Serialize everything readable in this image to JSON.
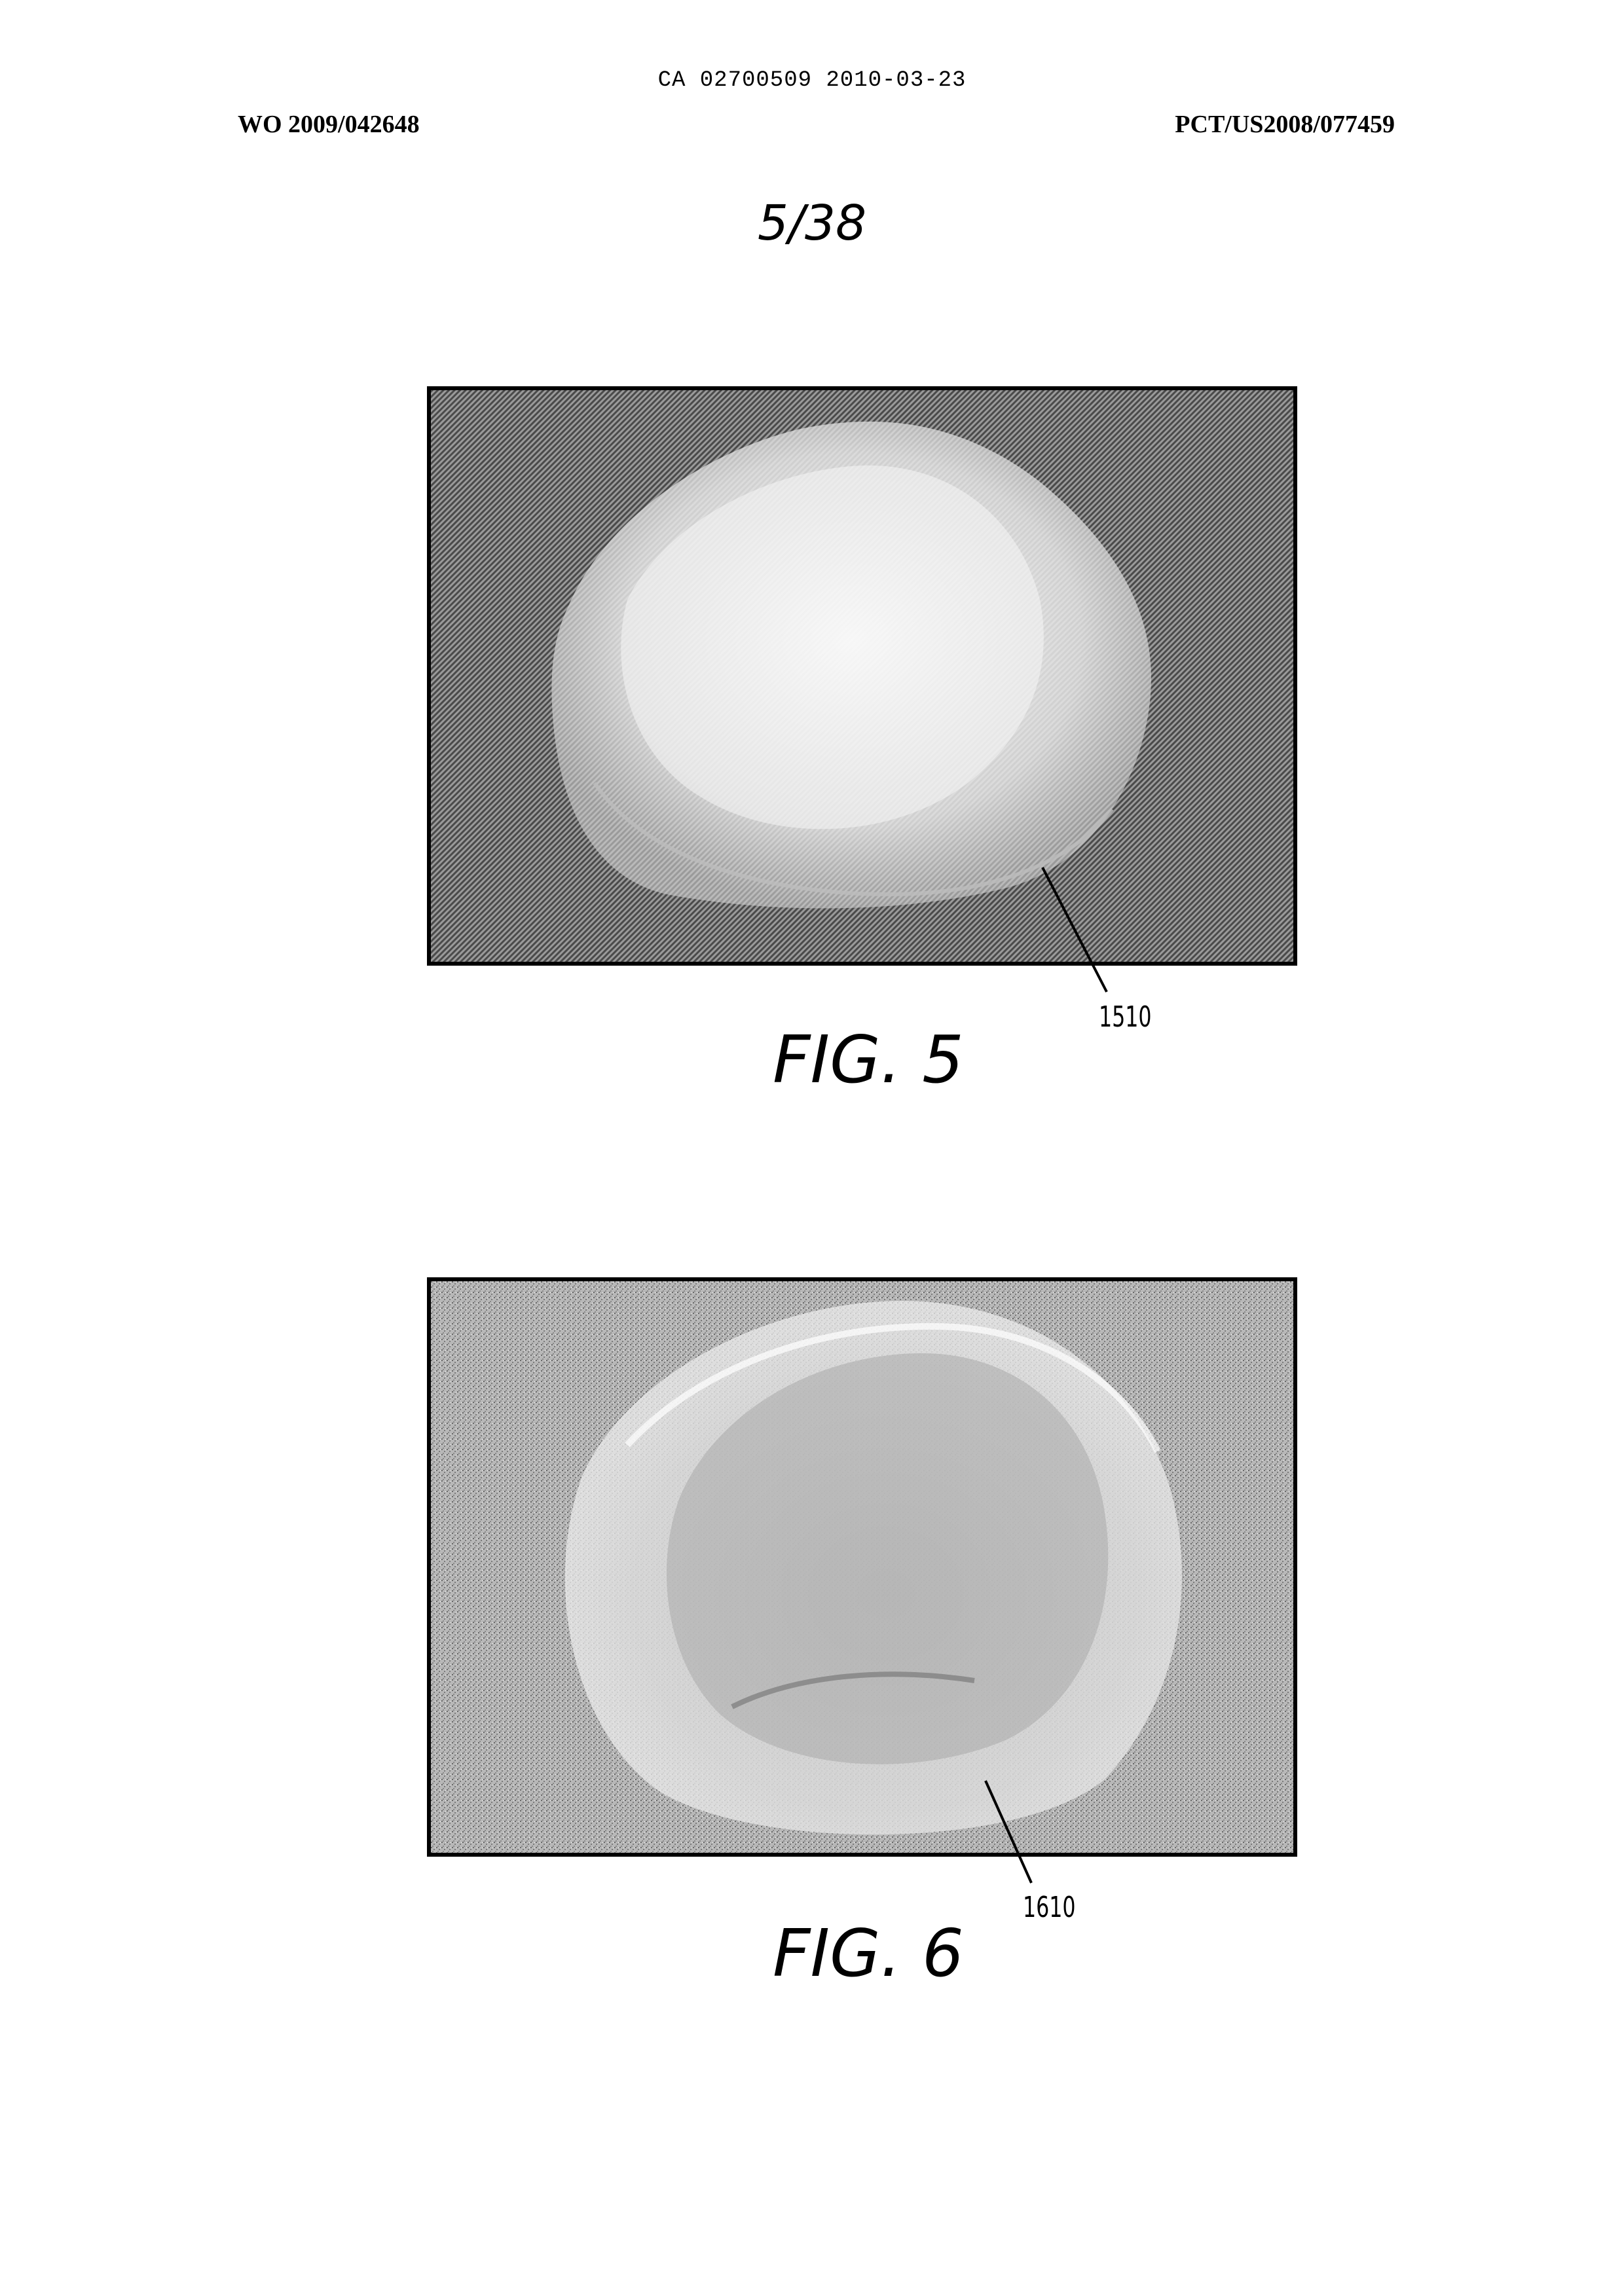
{
  "header": {
    "document_id": "CA 02700509 2010-03-23",
    "publication_number": "WO 2009/042648",
    "application_number": "PCT/US2008/077459"
  },
  "sheet": {
    "label": "5/38"
  },
  "figures": [
    {
      "caption": "FIG. 5",
      "reference_numeral": "1510"
    },
    {
      "caption": "FIG. 6",
      "reference_numeral": "1610"
    }
  ]
}
